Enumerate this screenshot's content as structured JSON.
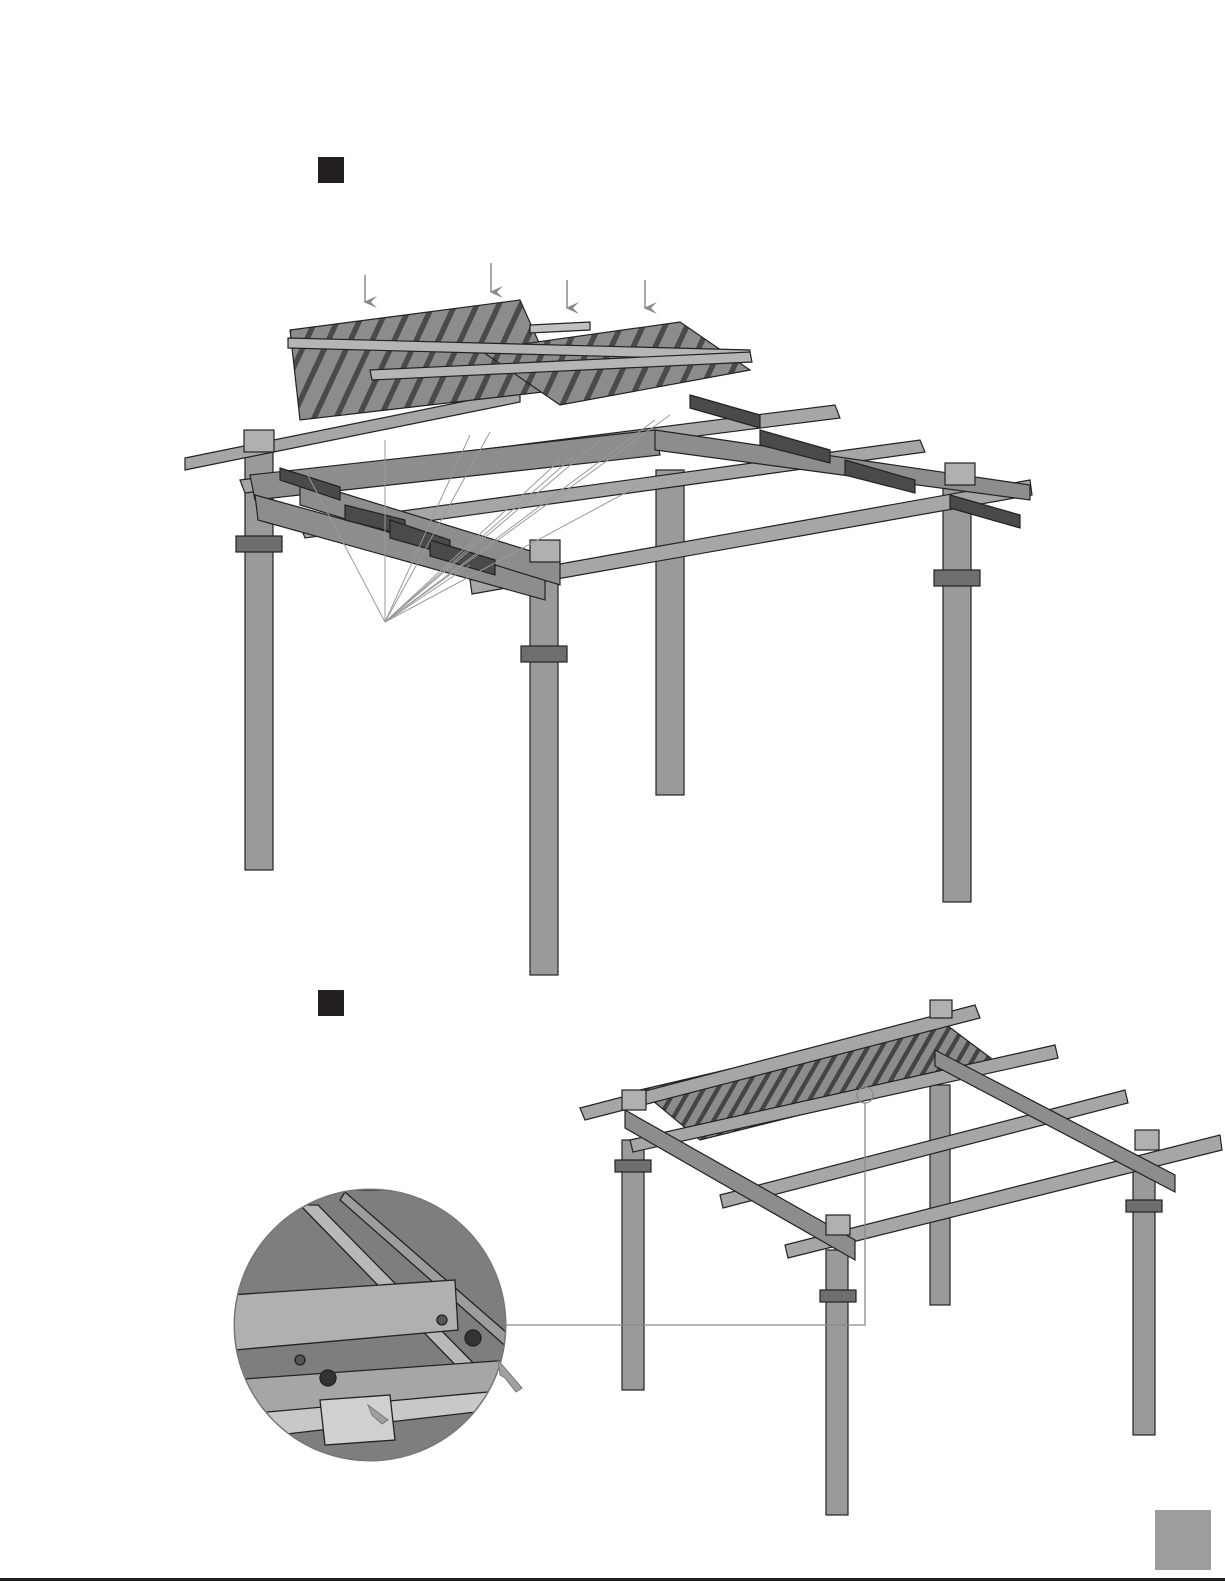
{
  "page": {
    "background": "#ffffff",
    "ink_color": "#231f20",
    "part_fill": "#9a9a9a",
    "part_shade": "#6e6e6e",
    "tab_color": "#9d9d9d"
  },
  "steps": [
    {
      "marker": "step-square-1",
      "illustration": "pergola-roof-panels-lowered-onto-beams"
    },
    {
      "marker": "step-square-2",
      "illustration": "assembled-pergola-with-detail-callout"
    }
  ],
  "icons": [
    "down-arrow-icon",
    "pointer-arrow-icon",
    "magnifier-detail-icon"
  ]
}
